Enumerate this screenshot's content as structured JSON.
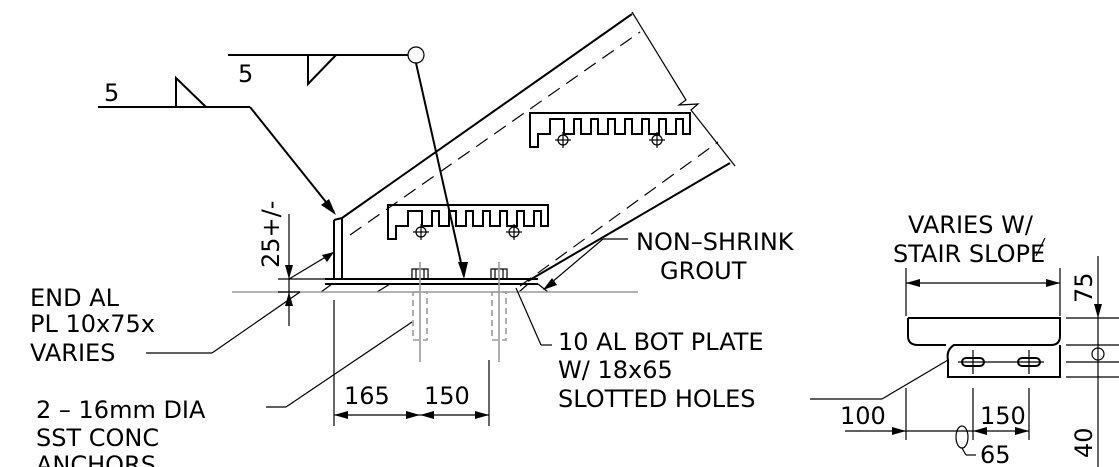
{
  "weld_symbols": {
    "upper_size": "5",
    "lower_size": "5"
  },
  "dimensions": {
    "grout_thickness": "25+/-",
    "anchor_spacing_1": "165",
    "anchor_spacing_2": "150",
    "detail_height_top": "75",
    "detail_left": "100",
    "detail_slot_spacing": "150",
    "detail_slot_length": "65",
    "detail_height_bottom": "40"
  },
  "labels": {
    "end_plate": [
      "END AL",
      "PL 10x75x",
      "VARIES"
    ],
    "anchors": [
      "2 – 16mm DIA",
      "SST CONC",
      "ANCHORS"
    ],
    "grout": [
      "NON–SHRINK",
      "GROUT"
    ],
    "bottom_plate": [
      "10 AL BOT PLATE",
      "W/ 18x65",
      "SLOTTED HOLES"
    ],
    "detail_width": [
      "VARIES W/",
      "STAIR SLOPE"
    ]
  }
}
